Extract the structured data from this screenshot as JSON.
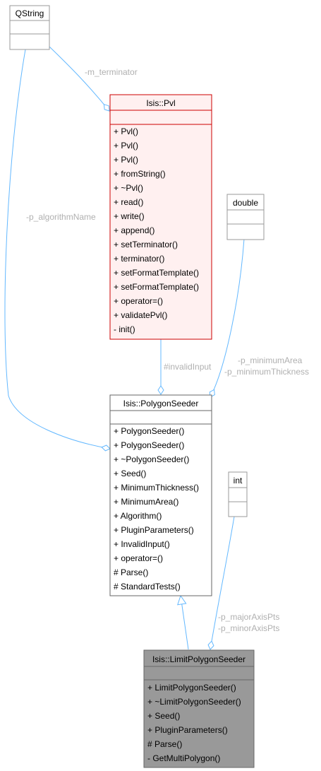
{
  "classes": {
    "qstring": {
      "name": "QString",
      "members": []
    },
    "pvl": {
      "name": "Isis::Pvl",
      "members": [
        "+ Pvl()",
        "+ Pvl()",
        "+ Pvl()",
        "+ fromString()",
        "+ ~Pvl()",
        "+ read()",
        "+ write()",
        "+ append()",
        "+ setTerminator()",
        "+ terminator()",
        "+ setFormatTemplate()",
        "+ setFormatTemplate()",
        "+ operator=()",
        "+ validatePvl()",
        "- init()"
      ]
    },
    "double": {
      "name": "double",
      "members": []
    },
    "polygon_seeder": {
      "name": "Isis::PolygonSeeder",
      "members": [
        "+ PolygonSeeder()",
        "+ PolygonSeeder()",
        "+ ~PolygonSeeder()",
        "+ Seed()",
        "+ MinimumThickness()",
        "+ MinimumArea()",
        "+ Algorithm()",
        "+ PluginParameters()",
        "+ InvalidInput()",
        "+ operator=()",
        "# Parse()",
        "# StandardTests()"
      ]
    },
    "int": {
      "name": "int",
      "members": []
    },
    "limit_polygon_seeder": {
      "name": "Isis::LimitPolygonSeeder",
      "members": [
        "+ LimitPolygonSeeder()",
        "+ ~LimitPolygonSeeder()",
        "+ Seed()",
        "+ PluginParameters()",
        "# Parse()",
        "- GetMultiPolygon()"
      ]
    }
  },
  "edge_labels": {
    "m_terminator": "-m_terminator",
    "p_algorithm_name": "-p_algorithmName",
    "invalid_input": "#invalidInput",
    "p_minimum_area": "-p_minimumArea",
    "p_minimum_thickness": "-p_minimumThickness",
    "p_major_axis_pts": "-p_majorAxisPts",
    "p_minor_axis_pts": "-p_minorAxisPts"
  },
  "colors": {
    "edge": "#63b8ff",
    "pvl_fill": "#fff0f0",
    "pvl_border": "#cc0000",
    "highlight_fill": "#999999",
    "highlight_border": "#666666",
    "plain_border": "#999999",
    "label": "#b0b0b0"
  }
}
